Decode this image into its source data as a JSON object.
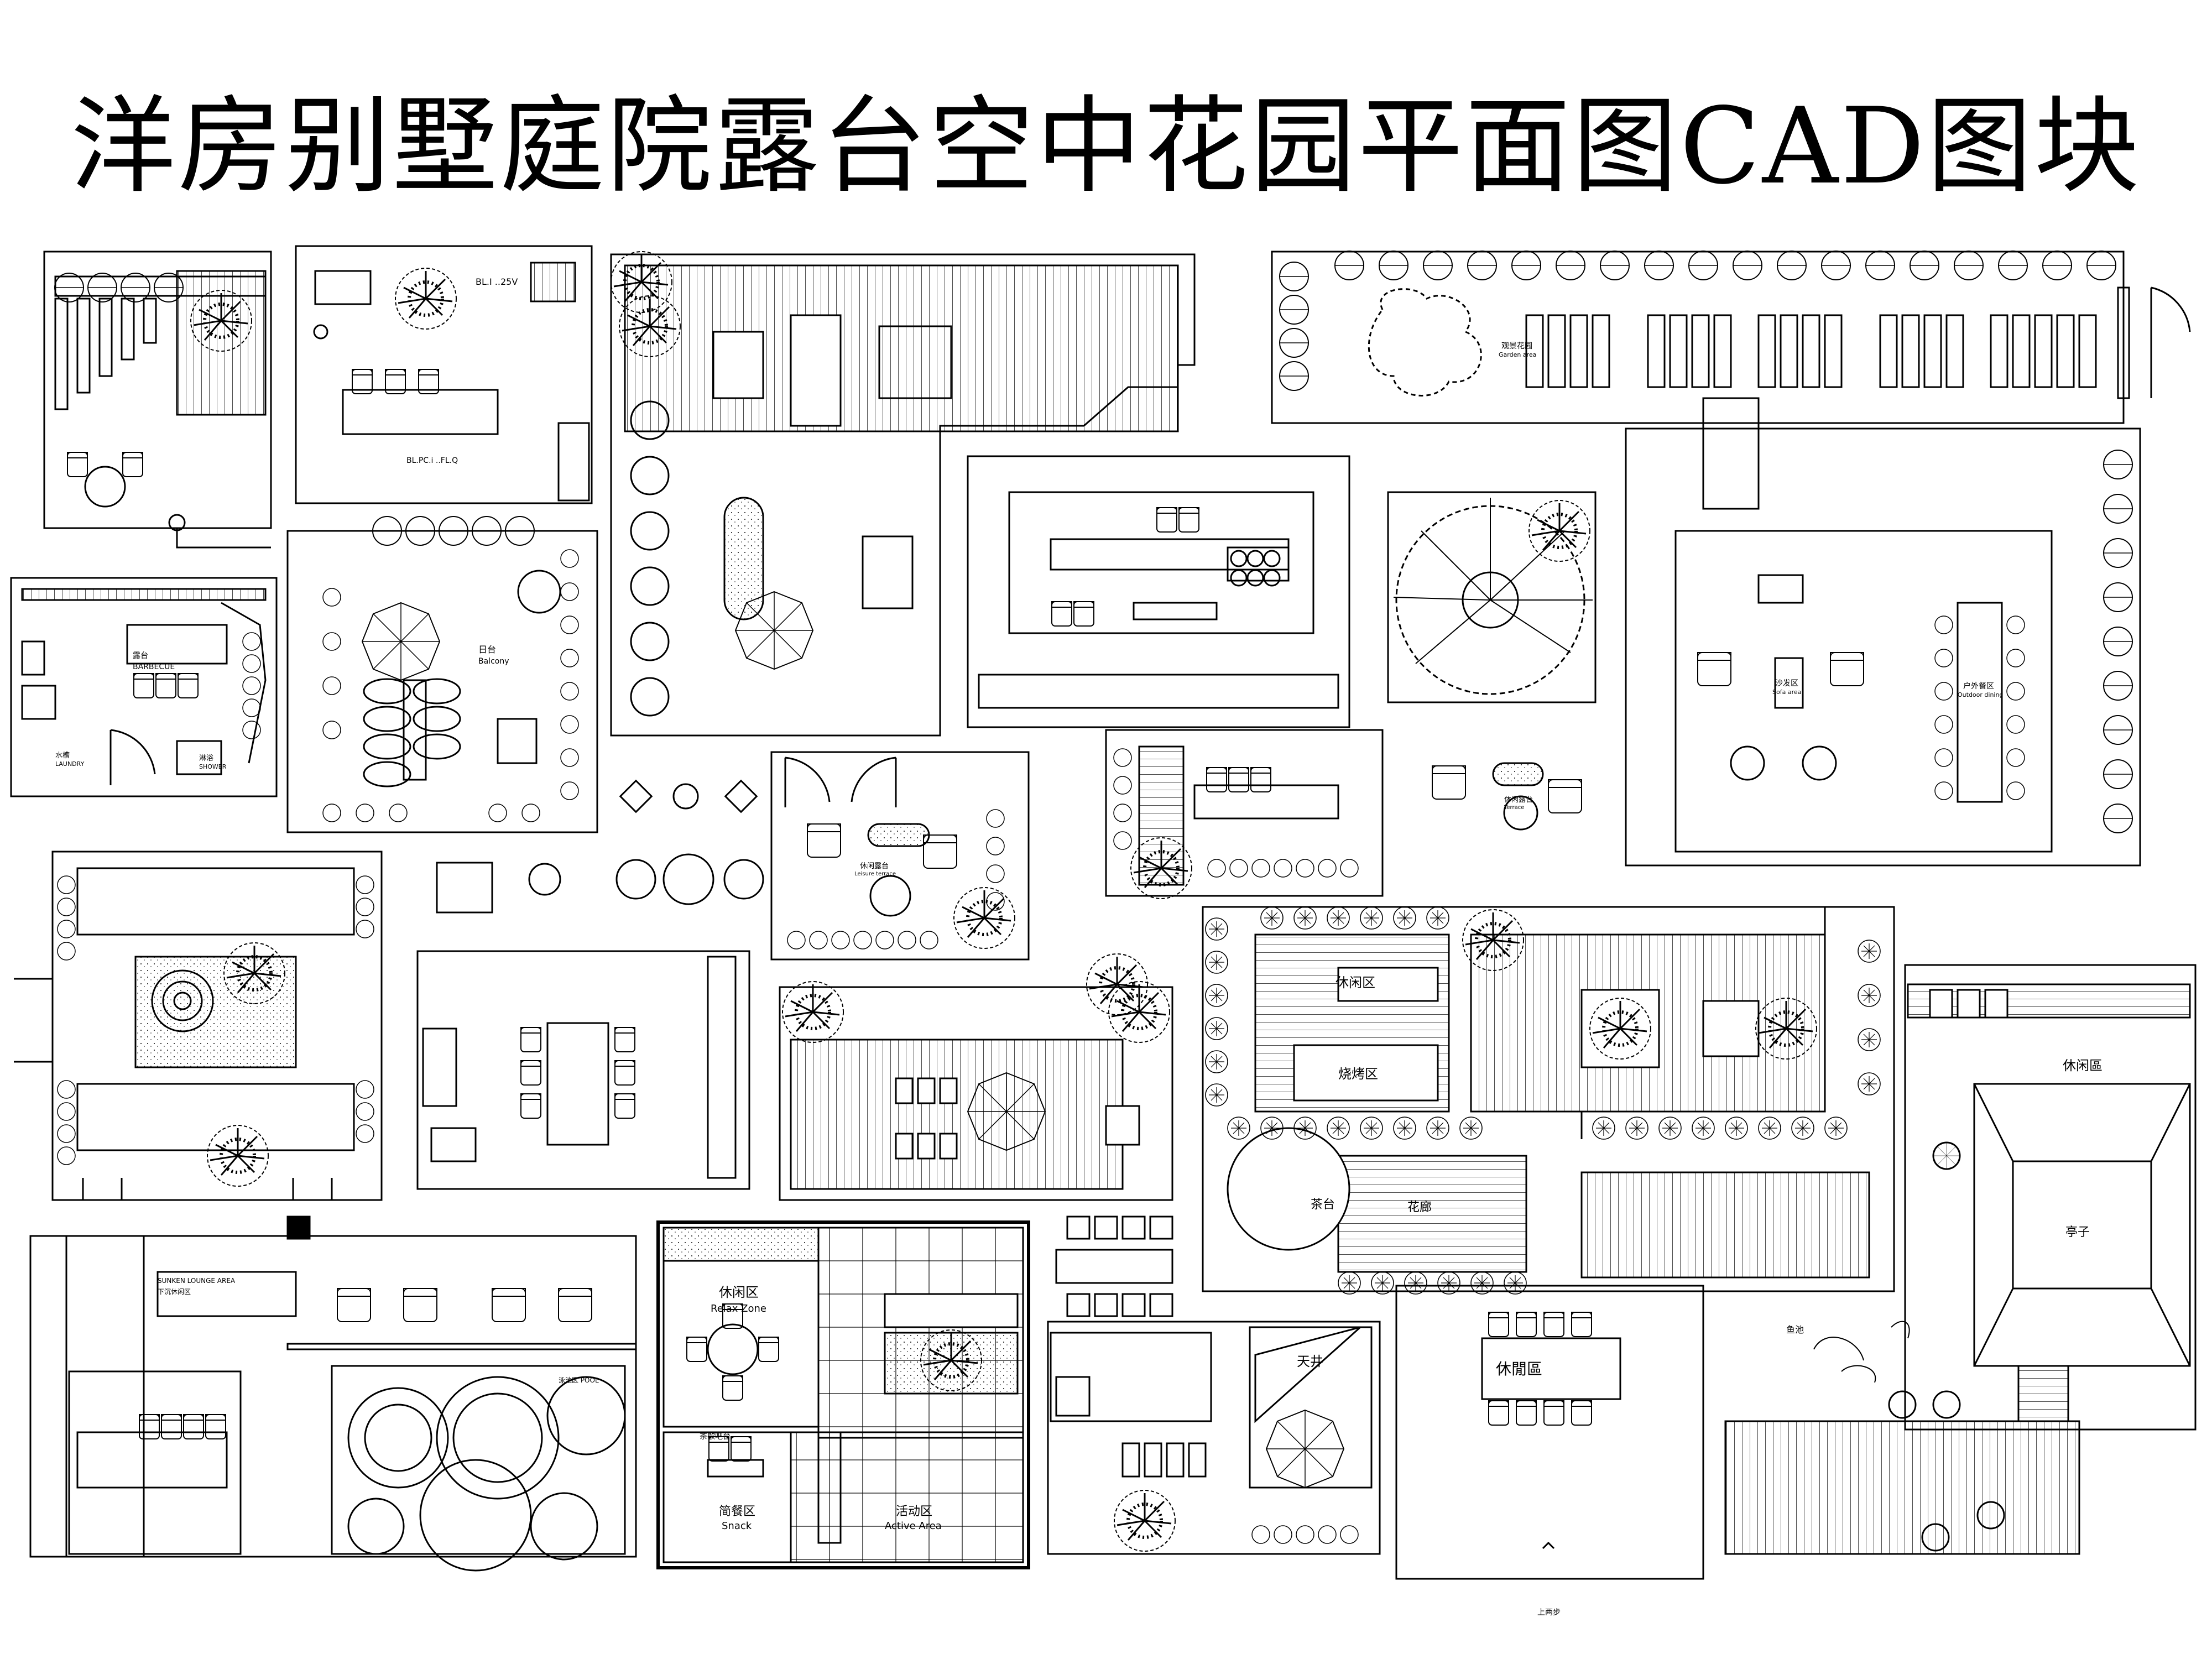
{
  "title": "洋房别墅庭院露台空中花园平面图CAD图块",
  "labels": {
    "p2_note": "BL.I ..25V",
    "p2_room": "BL.PC.i ..FL.Q",
    "p3_room": "BARBECUE",
    "p3_sub": "露台",
    "p3_kitchen": "水槽",
    "p3_kit_sub": "LAUNDRY",
    "p3_spa": "淋浴",
    "p3_spa_sub": "SHOWER",
    "p4_room": "日台",
    "p4_sub": "Balcony",
    "p6_plant": "观景花园",
    "p6_plant_sub": "Garden area",
    "p6_sofa": "沙发区",
    "p6_sofa_sub": "Sofa area",
    "p6_dining": "户外餐区",
    "p6_dining_sub": "Outdoor dining",
    "p9_leisure": "休闲露台",
    "p9_leisure_sub": "Leisure terrace",
    "p10_terrace": "休闲露台",
    "p10_terrace_sub": "Terrace",
    "p12_leisure": "休闲区",
    "p12_bbq": "烧烤区",
    "p12_tea": "茶台",
    "p12_flower": "花廊",
    "p13_leisure": "休闲區",
    "p13_pavilion": "亭子",
    "p15_sunken": "SUNKEN LOUNGE AREA",
    "p15_sunken_sub": "下沉休闲区",
    "p15_pool": "泳池区 POOL",
    "p16_relax": "休闲区",
    "p16_relax_en": "Relax Zone",
    "p16_snack_zone": "茶歇吧台",
    "p16_snack": "简餐区",
    "p16_snack_en": "Snack",
    "p16_active": "活动区",
    "p16_active_en": "Active Area",
    "p17_sky": "天井",
    "p18_leisure": "休閒區",
    "p18_pond": "鱼池",
    "p18_step": "上两步"
  }
}
